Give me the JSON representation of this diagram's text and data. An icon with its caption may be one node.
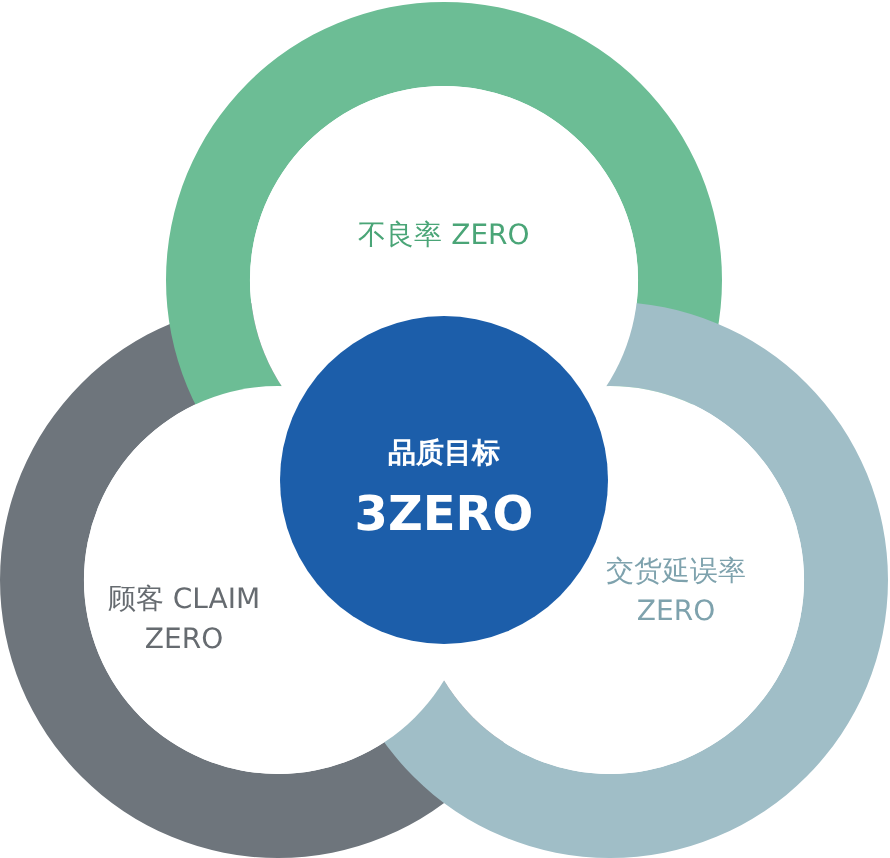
{
  "diagram": {
    "nodes": [
      {
        "text": [
          "不良率 ZERO"
        ]
      },
      {
        "text": [
          "顾客 CLAIM ZERO"
        ]
      },
      {
        "text": [
          "交货延误率 ZERO"
        ]
      },
      {
        "text": [
          "品质目标",
          "3ZERO"
        ]
      }
    ]
  }
}
